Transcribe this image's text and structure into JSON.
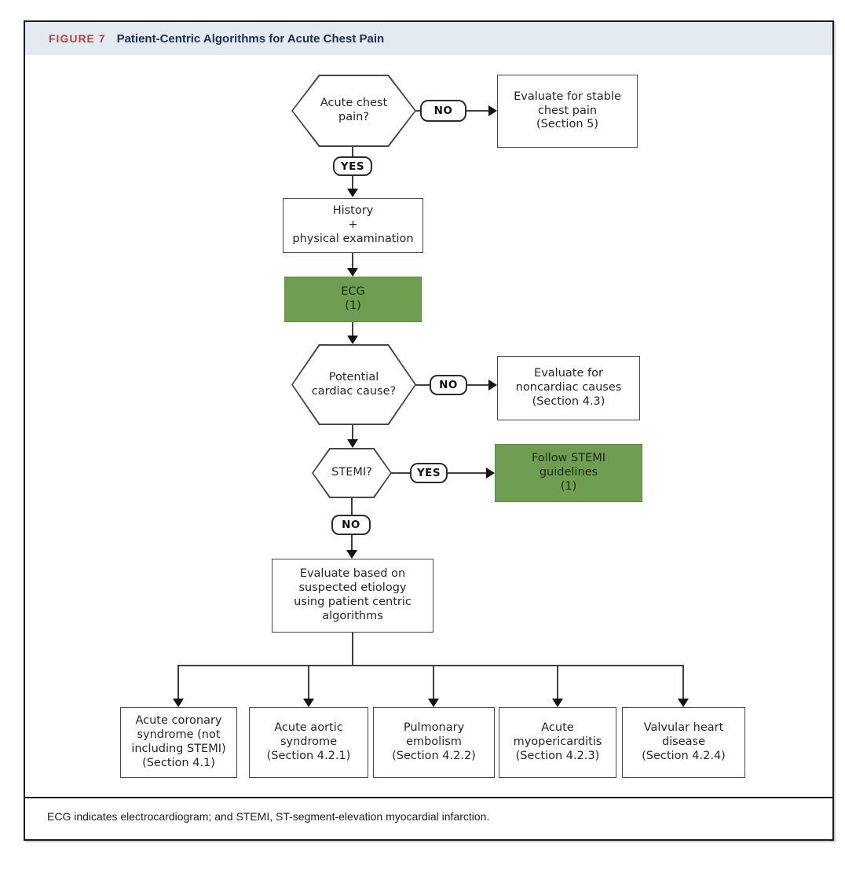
{
  "figure": {
    "label": "FIGURE 7",
    "title": "Patient-Centric Algorithms for Acute Chest Pain",
    "footnote": "ECG indicates electrocardiogram; and STEMI, ST-segment-elevation myocardial infarction."
  },
  "labels": {
    "no": "NO",
    "yes": "YES"
  },
  "nodes": {
    "q_acute": {
      "text": "Acute chest\npain?"
    },
    "eval_stable": {
      "text": "Evaluate for stable\nchest pain\n(Section 5)"
    },
    "history": {
      "text": "History\n+\nphysical examination"
    },
    "ecg": {
      "text": "ECG\n(1)"
    },
    "q_cardiac": {
      "text": "Potential\ncardiac cause?"
    },
    "eval_noncardiac": {
      "text": "Evaluate for\nnoncardiac causes\n(Section 4.3)"
    },
    "q_stemi": {
      "text": "STEMI?"
    },
    "follow_stemi": {
      "text": "Follow STEMI\nguidelines\n(1)"
    },
    "eval_etiology": {
      "text": "Evaluate based on\nsuspected etiology\nusing patient centric\nalgorithms"
    },
    "outcomes": [
      {
        "text": "Acute coronary\nsyndrome (not\nincluding STEMI)\n(Section 4.1)"
      },
      {
        "text": "Acute aortic\nsyndrome\n(Section 4.2.1)"
      },
      {
        "text": "Pulmonary\nembolism\n(Section 4.2.2)"
      },
      {
        "text": "Acute\nmyopericarditis\n(Section 4.2.3)"
      },
      {
        "text": "Valvular heart\ndisease\n(Section 4.2.4)"
      }
    ]
  },
  "colors": {
    "green": "#6f9e52",
    "header_bg": "#e4eaf1",
    "figure_label_red": "#b6413e",
    "title_navy": "#1c2f51"
  }
}
